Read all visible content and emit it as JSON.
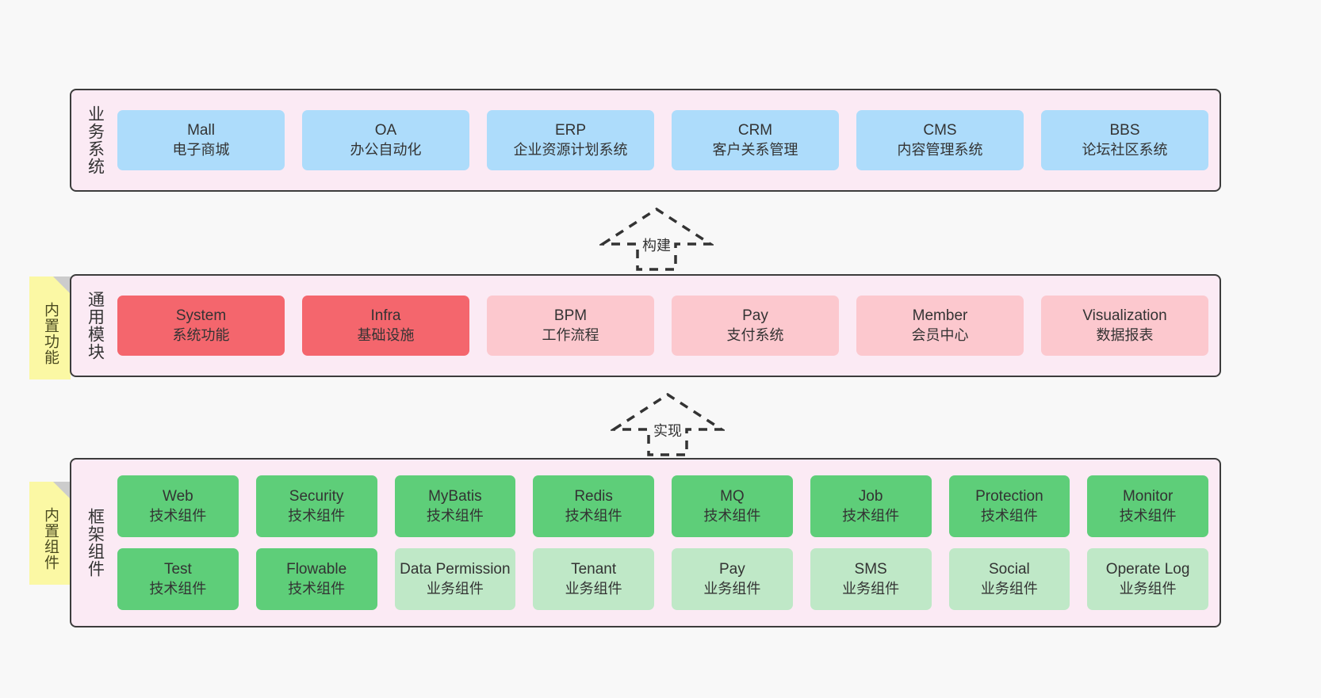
{
  "diagram": {
    "background_color": "#f8f8f8",
    "panel_color": "#fbeaf4",
    "note_color": "#fbf8a4"
  },
  "layers": [
    {
      "id": "business-systems",
      "title": "业务系统",
      "note": null,
      "rows": [
        {
          "cards": [
            {
              "title": "Mall",
              "subtitle": "电子商城",
              "color": "#addcfb",
              "style": "blue"
            },
            {
              "title": "OA",
              "subtitle": "办公自动化",
              "color": "#addcfb",
              "style": "blue"
            },
            {
              "title": "ERP",
              "subtitle": "企业资源计划系统",
              "color": "#addcfb",
              "style": "blue"
            },
            {
              "title": "CRM",
              "subtitle": "客户关系管理",
              "color": "#addcfb",
              "style": "blue"
            },
            {
              "title": "CMS",
              "subtitle": "内容管理系统",
              "color": "#addcfb",
              "style": "blue"
            },
            {
              "title": "BBS",
              "subtitle": "论坛社区系统",
              "color": "#addcfb",
              "style": "blue"
            }
          ]
        }
      ]
    },
    {
      "id": "common-modules",
      "title": "通用模块",
      "note": "内置功能",
      "rows": [
        {
          "cards": [
            {
              "title": "System",
              "subtitle": "系统功能",
              "color": "#f4666d",
              "style": "red"
            },
            {
              "title": "Infra",
              "subtitle": "基础设施",
              "color": "#f4666d",
              "style": "red"
            },
            {
              "title": "BPM",
              "subtitle": "工作流程",
              "color": "#fcc8ce",
              "style": "pink"
            },
            {
              "title": "Pay",
              "subtitle": "支付系统",
              "color": "#fcc8ce",
              "style": "pink"
            },
            {
              "title": "Member",
              "subtitle": "会员中心",
              "color": "#fcc8ce",
              "style": "pink"
            },
            {
              "title": "Visualization",
              "subtitle": "数据报表",
              "color": "#fcc8ce",
              "style": "pink"
            }
          ]
        }
      ]
    },
    {
      "id": "framework-components",
      "title": "框架组件",
      "note": "内置组件",
      "rows": [
        {
          "cards": [
            {
              "title": "Web",
              "subtitle": "技术组件",
              "color": "#5ece79",
              "style": "green"
            },
            {
              "title": "Security",
              "subtitle": "技术组件",
              "color": "#5ece79",
              "style": "green"
            },
            {
              "title": "MyBatis",
              "subtitle": "技术组件",
              "color": "#5ece79",
              "style": "green"
            },
            {
              "title": "Redis",
              "subtitle": "技术组件",
              "color": "#5ece79",
              "style": "green"
            },
            {
              "title": "MQ",
              "subtitle": "技术组件",
              "color": "#5ece79",
              "style": "green"
            },
            {
              "title": "Job",
              "subtitle": "技术组件",
              "color": "#5ece79",
              "style": "green"
            },
            {
              "title": "Protection",
              "subtitle": "技术组件",
              "color": "#5ece79",
              "style": "green"
            },
            {
              "title": "Monitor",
              "subtitle": "技术组件",
              "color": "#5ece79",
              "style": "green"
            }
          ]
        },
        {
          "cards": [
            {
              "title": "Test",
              "subtitle": "技术组件",
              "color": "#5ece79",
              "style": "green"
            },
            {
              "title": "Flowable",
              "subtitle": "技术组件",
              "color": "#5ece79",
              "style": "green"
            },
            {
              "title": "Data Permission",
              "subtitle": "业务组件",
              "color": "#bfe8c7",
              "style": "mint"
            },
            {
              "title": "Tenant",
              "subtitle": "业务组件",
              "color": "#bfe8c7",
              "style": "mint"
            },
            {
              "title": "Pay",
              "subtitle": "业务组件",
              "color": "#bfe8c7",
              "style": "mint"
            },
            {
              "title": "SMS",
              "subtitle": "业务组件",
              "color": "#bfe8c7",
              "style": "mint"
            },
            {
              "title": "Social",
              "subtitle": "业务组件",
              "color": "#bfe8c7",
              "style": "mint"
            },
            {
              "title": "Operate Log",
              "subtitle": "业务组件",
              "color": "#bfe8c7",
              "style": "mint"
            }
          ]
        }
      ]
    }
  ],
  "arrows": [
    {
      "id": "build-arrow",
      "label": "构建"
    },
    {
      "id": "implement-arrow",
      "label": "实现"
    }
  ]
}
